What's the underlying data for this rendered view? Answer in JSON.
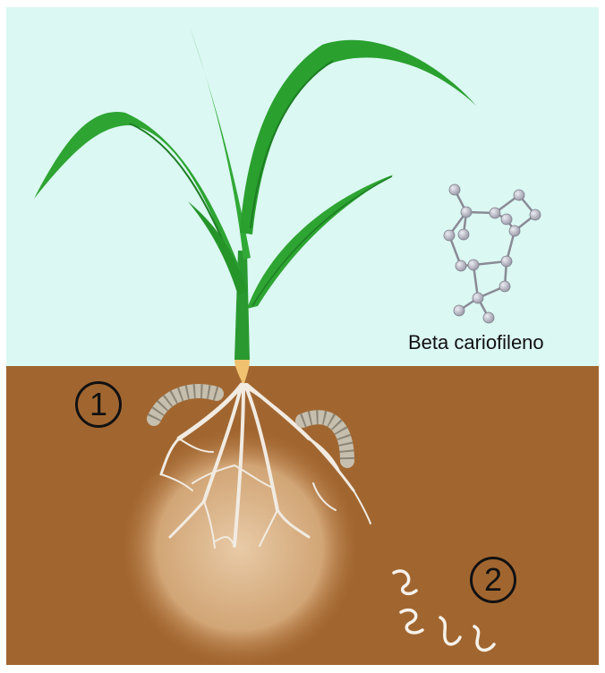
{
  "molecule": {
    "label": "Beta cariofileno"
  },
  "markers": [
    {
      "label": "1",
      "meaning": "larvae-near-roots"
    },
    {
      "label": "2",
      "meaning": "nematodes-in-soil"
    }
  ],
  "colors": {
    "sky": "#dbf8f2",
    "soil": "#a16630",
    "leaf": "#27a12e",
    "leaf_dark": "#1d7d23",
    "root": "#f1ebe2",
    "atom": "#b9b9c6",
    "bond": "#8a8a96",
    "larva": "#c6bfae",
    "halo": "#e8c7a0"
  },
  "icons": [
    "maize-plant",
    "root-system",
    "larva-icon",
    "nematode-icon",
    "molecule-icon"
  ]
}
